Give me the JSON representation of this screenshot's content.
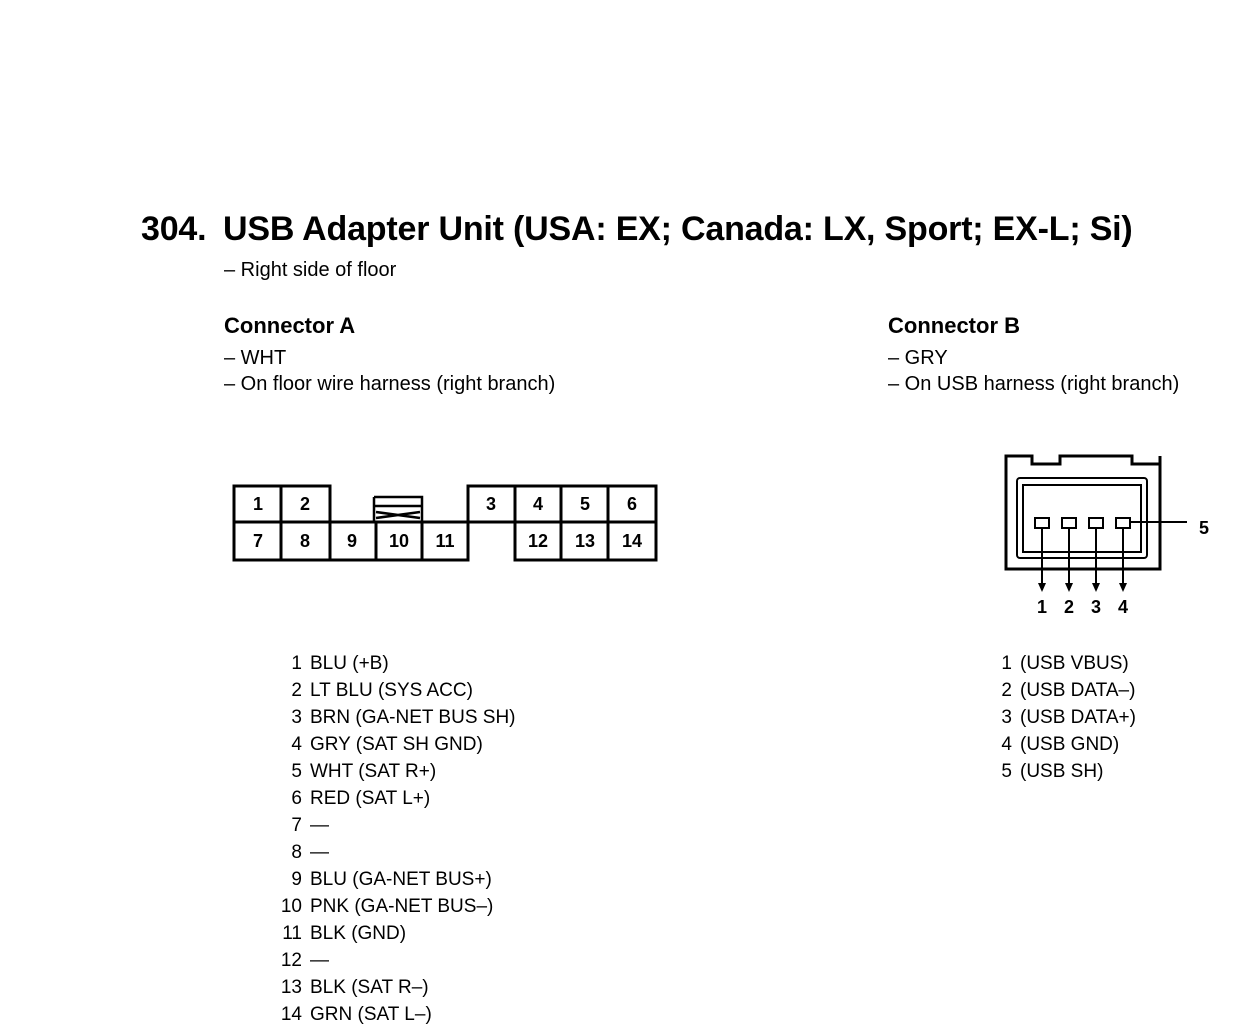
{
  "header": {
    "number": "304.",
    "title": "USB Adapter Unit (USA: EX; Canada: LX, Sport; EX-L; Si)",
    "location": "– Right side of floor"
  },
  "connector_a": {
    "name": "Connector A",
    "color": "– WHT",
    "location": "– On floor wire harness (right branch)",
    "face_top": [
      "1",
      "2",
      "3",
      "4",
      "5",
      "6"
    ],
    "face_bottom": [
      "7",
      "8",
      "9",
      "10",
      "11",
      "12",
      "13",
      "14"
    ],
    "pins": [
      {
        "num": "1",
        "desc": "BLU (+B)"
      },
      {
        "num": "2",
        "desc": "LT BLU (SYS ACC)"
      },
      {
        "num": "3",
        "desc": "BRN (GA-NET BUS SH)"
      },
      {
        "num": "4",
        "desc": "GRY (SAT SH GND)"
      },
      {
        "num": "5",
        "desc": "WHT (SAT R+)"
      },
      {
        "num": "6",
        "desc": "RED (SAT L+)"
      },
      {
        "num": "7",
        "desc": "—"
      },
      {
        "num": "8",
        "desc": "—"
      },
      {
        "num": "9",
        "desc": "BLU (GA-NET BUS+)"
      },
      {
        "num": "10",
        "desc": "PNK (GA-NET BUS–)"
      },
      {
        "num": "11",
        "desc": "BLK (GND)"
      },
      {
        "num": "12",
        "desc": "—"
      },
      {
        "num": "13",
        "desc": "BLK (SAT R–)"
      },
      {
        "num": "14",
        "desc": "GRN (SAT L–)"
      }
    ]
  },
  "connector_b": {
    "name": "Connector B",
    "color": "– GRY",
    "location": "– On USB harness (right branch)",
    "face_pins": [
      "1",
      "2",
      "3",
      "4"
    ],
    "shield_label": "5",
    "pins": [
      {
        "num": "1",
        "desc": "(USB VBUS)"
      },
      {
        "num": "2",
        "desc": "(USB DATA–)"
      },
      {
        "num": "3",
        "desc": "(USB DATA+)"
      },
      {
        "num": "4",
        "desc": "(USB GND)"
      },
      {
        "num": "5",
        "desc": "(USB SH)"
      }
    ]
  }
}
